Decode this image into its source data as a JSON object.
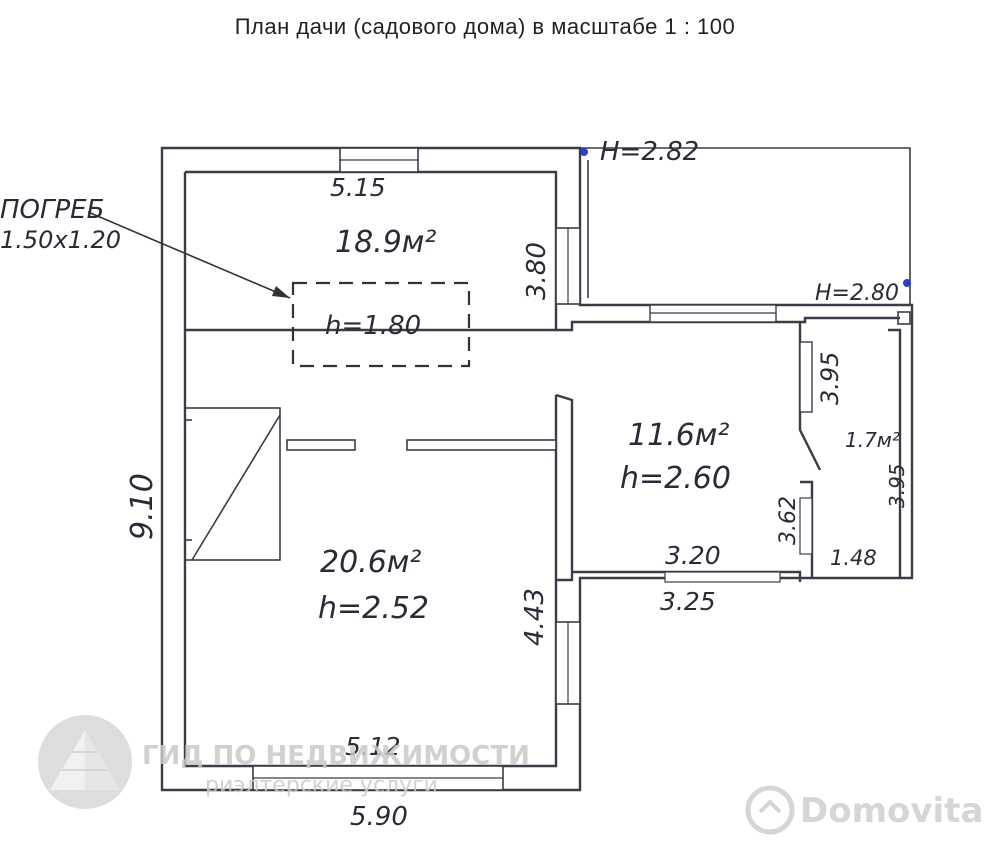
{
  "title": "План дачи (садового дома) в масштабе 1 : 100",
  "labels": {
    "cellar_name": "ПОГРЕБ",
    "cellar_size": "1.50х1.20",
    "cellar_height": "h=1.80",
    "veranda_height": "Н=2.82",
    "porch_height": "Н=2.80",
    "room1_width": "5.15",
    "room1_area": "18.9м²",
    "room1_depth": "3.80",
    "left_length": "9.10",
    "room2_area": "20.6м²",
    "room2_height": "h=2.52",
    "room2_depth": "4.43",
    "bottom_inner": "5.12",
    "bottom_outer": "5.90",
    "room3_area": "11.6м²",
    "room3_height": "h=2.60",
    "room3_width": "3.20",
    "room3_outer": "3.25",
    "room3_depth": "3.62",
    "small_depth": "3.95",
    "small_area": "1.7м²",
    "small_depth2": "3.95",
    "small_width": "1.48"
  },
  "watermark": {
    "company": "ГИД ПО НЕДВИЖИМОСТИ",
    "tagline": "риэлтерские услуги",
    "site": "Domovita"
  },
  "colors": {
    "ink": "#2b2b38",
    "marker_blue": "#2a3fd0",
    "watermark": "#c9c9c9"
  }
}
